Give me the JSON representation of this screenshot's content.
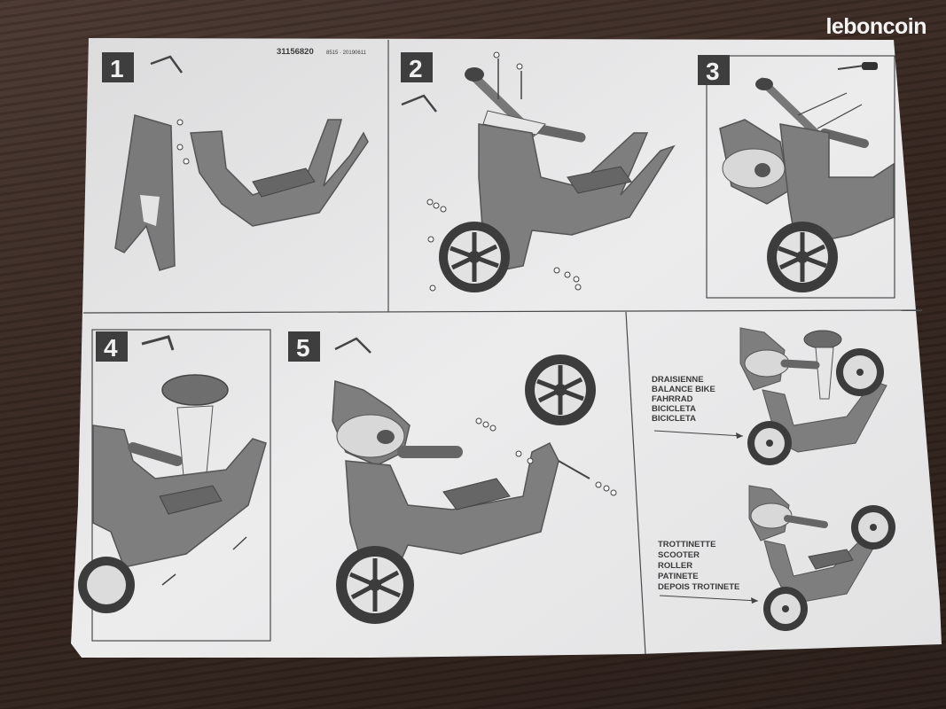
{
  "watermark": "leboncoin",
  "doc_code": "31156820",
  "doc_code_small": "8515 · 20190611",
  "steps": [
    {
      "number": "1"
    },
    {
      "number": "2"
    },
    {
      "number": "3"
    },
    {
      "number": "4"
    },
    {
      "number": "5"
    }
  ],
  "modes": {
    "balance_bike": [
      "DRAISIENNE",
      "BALANCE BIKE",
      "FAHRRAD",
      "BICICLETA",
      "BICICLETA"
    ],
    "scooter": [
      "TROTTINETTE",
      "SCOOTER",
      "ROLLER",
      "PATINETE",
      "DEPOIS TROTINETE"
    ]
  },
  "colors": {
    "paper": "#e9e9ea",
    "ink": "#3c3c3c",
    "part_fill": "#7d7d7d",
    "wood_table": "#35261f"
  },
  "icons": [
    "hex-key-icon",
    "screwdriver-icon"
  ]
}
